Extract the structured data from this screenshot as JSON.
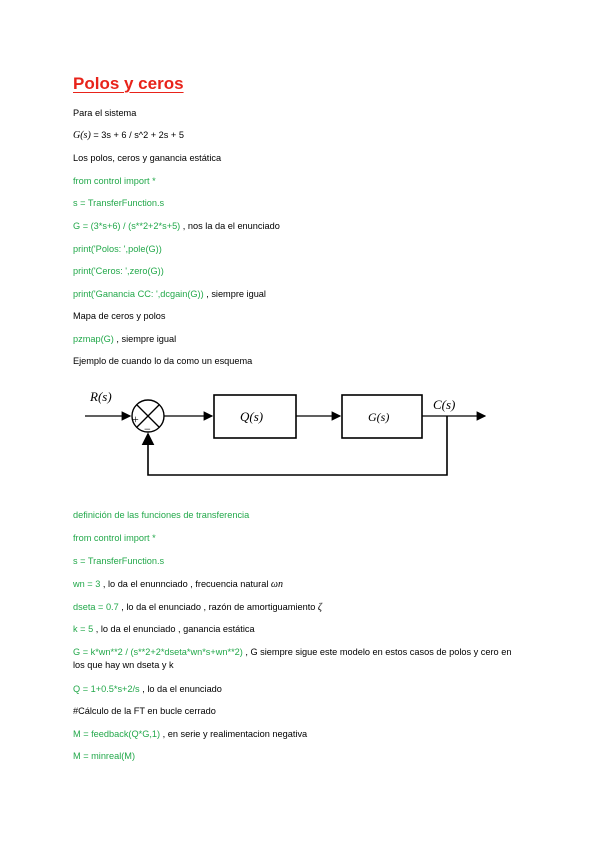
{
  "title": "Polos y ceros",
  "lines": {
    "l1": "Para el sistema",
    "l2_gs": "G(s)",
    "l2_rest": " = 3s + 6 /  s^2 + 2s + 5",
    "l3": " Los polos, ceros y ganancia estática",
    "l4": "from control import *",
    "l5": "s = TransferFunction.s",
    "l6_code": "G = (3*s+6) / (s**2+2*s+5)",
    "l6_note": " , nos la da el enunciado",
    "l7": "print('Polos: ',pole(G))",
    "l8": "print('Ceros: ',zero(G))",
    "l9_code": "print('Ganancia CC: ',dcgain(G))",
    "l9_note": " , siempre igual",
    "l10": "Mapa de ceros y polos",
    "l11_code": "pzmap(G)",
    "l11_note": " , siempre igual",
    "l12": "Ejemplo de cuando lo da como un esquema",
    "l13": "definición de las funciones de transferencia",
    "l14": "from control import *",
    "l15": "s = TransferFunction.s",
    "l16_code": "wn = 3",
    "l16_note": "  , lo da el enunnciado , frecuencia natural ",
    "l16_sym": "ωn",
    "l17_code": "dseta = 0.7",
    "l17_note": "  , lo da el enunciado , razón de amortiguamiento ",
    "l17_sym": "ζ",
    "l18_code": "k = 5",
    "l18_note": "  , lo da el enunciado ,  ganancia estática",
    "l19_code": "G = k*wn**2 / (s**2+2*dseta*wn*s+wn**2)",
    "l19_note": "  , G siempre sigue este modelo en estos casos de polos y cero en los que hay wn dseta y k",
    "l20_code": "Q = 1+0.5*s+2/s",
    "l20_note": " , lo da el enunciado",
    "l21": "#Cálculo de la FT en bucle cerrado",
    "l22_code": "M = feedback(Q*G,1)",
    "l22_note": "  , en serie y realimentacion negativa",
    "l23": "M = minreal(M)"
  },
  "diagram": {
    "input": "R(s)",
    "block1": "Q(s)",
    "block2": "G(s)",
    "output": "C(s)",
    "plus": "+",
    "minus": "−"
  },
  "colors": {
    "title": "#e8231a",
    "code": "#22a84a",
    "text": "#000000"
  }
}
